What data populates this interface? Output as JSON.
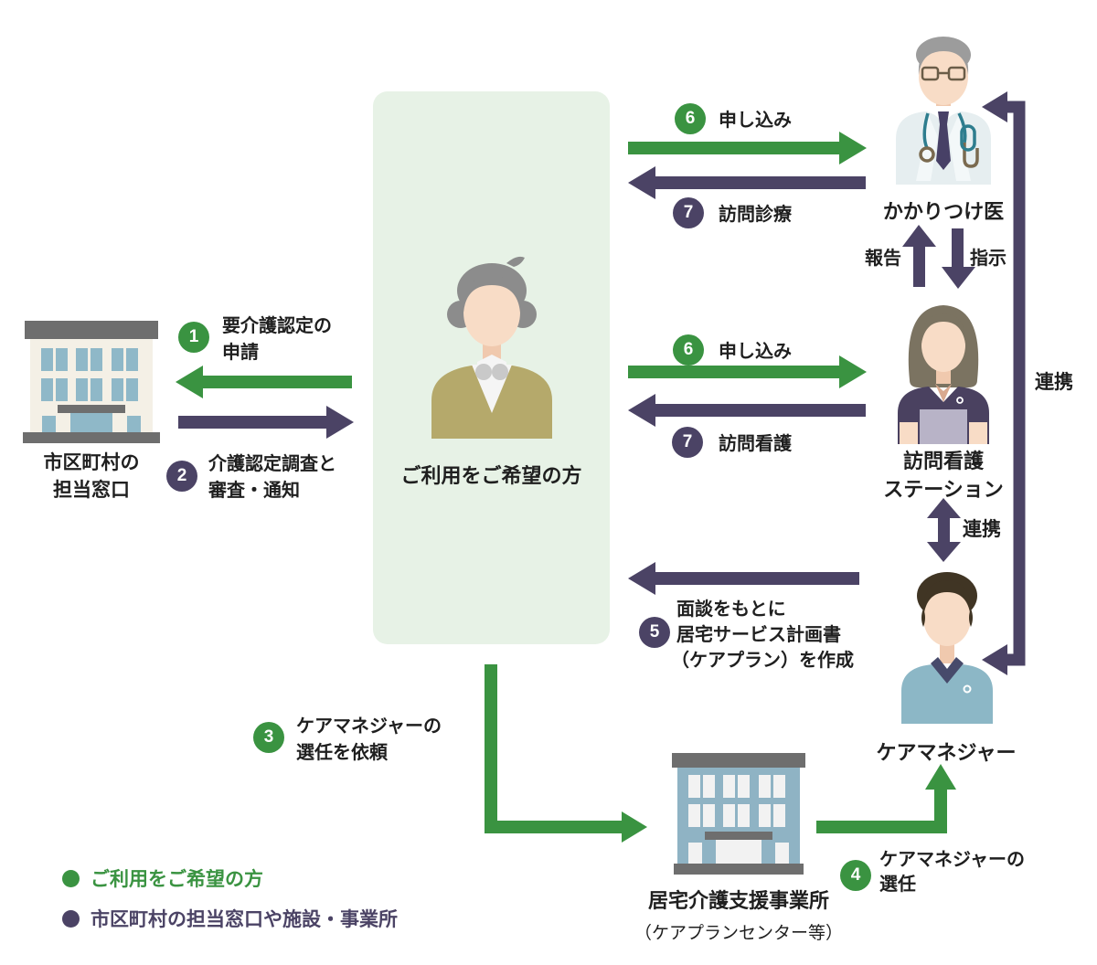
{
  "colors": {
    "green": "#3a9341",
    "purple": "#4b4365",
    "panel_bg": "#e7f2e6",
    "text": "#1f1f1f"
  },
  "user_panel": {
    "label": "ご利用をご希望の方"
  },
  "municipal_office": {
    "name_line1": "市区町村の",
    "name_line2": "担当窓口"
  },
  "doctor": {
    "label": "かかりつけ医"
  },
  "nurse_station": {
    "label_line1": "訪問看護",
    "label_line2": "ステーション"
  },
  "care_manager": {
    "label": "ケアマネジャー"
  },
  "care_office": {
    "name_line1": "居宅介護支援事業所",
    "name_line2": "（ケアプランセンター等）"
  },
  "links": {
    "report": "報告",
    "instruct": "指示",
    "renkei_nurse_cm": "連携",
    "renkei_doctor_cm": "連携"
  },
  "steps": {
    "s1": {
      "num": "1",
      "line1": "要介護認定の",
      "line2": "申請"
    },
    "s2": {
      "num": "2",
      "line1": "介護認定調査と",
      "line2": "審査・通知"
    },
    "s3": {
      "num": "3",
      "line1": "ケアマネジャーの",
      "line2": "選任を依頼"
    },
    "s4": {
      "num": "4",
      "line1": "ケアマネジャーの",
      "line2": "選任"
    },
    "s5": {
      "num": "5",
      "line1": "面談をもとに",
      "line2": "居宅サービス計画書",
      "line3": "（ケアプラン）を作成"
    },
    "s6_top": {
      "num": "6",
      "text": "申し込み"
    },
    "s7_top": {
      "num": "7",
      "text": "訪問診療"
    },
    "s6_mid": {
      "num": "6",
      "text": "申し込み"
    },
    "s7_mid": {
      "num": "7",
      "text": "訪問看護"
    }
  },
  "legend": {
    "items": [
      {
        "label": "ご利用をご希望の方",
        "color": "green"
      },
      {
        "label": "市区町村の担当窓口や施設・事業所",
        "color": "purple"
      }
    ]
  }
}
